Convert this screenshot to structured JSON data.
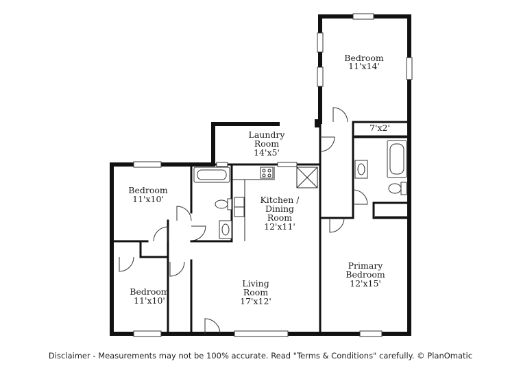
{
  "rooms": {
    "bedroom_top": {
      "name": "Bedroom",
      "dim": "11'x14'"
    },
    "closet": {
      "dim": "7'x2'"
    },
    "laundry": {
      "name1": "Laundry",
      "name2": "Room",
      "dim": "14'x5'"
    },
    "bedroom_left": {
      "name": "Bedroom",
      "dim": "11'x10'"
    },
    "kitchen": {
      "name1": "Kitchen /",
      "name2": "Dining",
      "name3": "Room",
      "dim": "12'x11'"
    },
    "bedroom_bottom": {
      "name": "Bedroom",
      "dim": "11'x10'"
    },
    "living": {
      "name1": "Living",
      "name2": "Room",
      "dim": "17'x12'"
    },
    "primary": {
      "name1": "Primary",
      "name2": "Bedroom",
      "dim": "12'x15'"
    }
  },
  "disclaimer": "Disclaimer - Measurements may not be 100% accurate. Read \"Terms & Conditions\" carefully. © PlanOmatic"
}
